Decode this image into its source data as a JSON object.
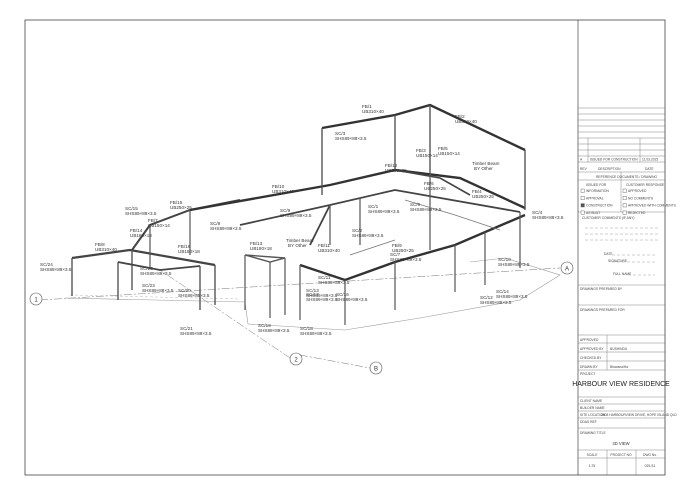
{
  "drawing": {
    "grids": [
      "1",
      "2",
      "A",
      "B"
    ],
    "members": [
      {
        "id": "fb1",
        "tag": "FB/1",
        "sect": "UB310×40"
      },
      {
        "id": "fb2",
        "tag": "FB/2",
        "sect": "UB310×40"
      },
      {
        "id": "sc1",
        "tag": "SC/3",
        "sect": "SHS89×89×3.5"
      },
      {
        "id": "fb3",
        "tag": "FB/3",
        "sect": "UB150×14"
      },
      {
        "id": "fb4",
        "tag": "FB/5",
        "sect": "UB150×14"
      },
      {
        "id": "fb5",
        "tag": "FB/10",
        "sect": "UB310×40"
      },
      {
        "id": "fb6",
        "tag": "FB/4",
        "sect": "UB250×25"
      },
      {
        "id": "fb7",
        "tag": "FB/6",
        "sect": "UB250×25"
      },
      {
        "id": "fb8",
        "tag": "FB/12",
        "sect": "UB250×25"
      },
      {
        "id": "sc2",
        "tag": "SC/15",
        "sect": "SHS89×89×3.5"
      },
      {
        "id": "sc3",
        "tag": "SC/8",
        "sect": "SHS89×89×3.5"
      },
      {
        "id": "sc4",
        "tag": "SC/9",
        "sect": "SHS89×89×3.5"
      },
      {
        "id": "sc5",
        "tag": "SC/1",
        "sect": "SHS89×89×3.5"
      },
      {
        "id": "sc6",
        "tag": "SC/6",
        "sect": "SHS89×89×3.5"
      },
      {
        "id": "sc7",
        "tag": "SC/4",
        "sect": "SHS89×89×3.5"
      },
      {
        "id": "fb9",
        "tag": "FB/15",
        "sect": "UB250×25"
      },
      {
        "id": "fb10",
        "tag": "FB/14",
        "sect": "UB180×18"
      },
      {
        "id": "fb11",
        "tag": "FB/16",
        "sect": "UB180×18"
      },
      {
        "id": "sc8",
        "tag": "SC/24",
        "sect": "SHS89×89×3.5"
      },
      {
        "id": "sc9",
        "tag": "SC/22",
        "sect": "SHS89×89×3.5"
      },
      {
        "id": "sc10",
        "tag": "SC/23",
        "sect": "SHS89×89×3.5"
      },
      {
        "id": "sc11",
        "tag": "SC/20",
        "sect": "SHS89×89×3.5"
      },
      {
        "id": "sc12",
        "tag": "SC/11",
        "sect": "SHS89×89×3.5"
      },
      {
        "id": "sc13",
        "tag": "SC/13",
        "sect": "SHS89×89×3.5"
      },
      {
        "id": "sc14",
        "tag": "SC/17",
        "sect": "SHS89×89×3.5"
      },
      {
        "id": "sc15",
        "tag": "SC/16",
        "sect": "SHS89×89×3.5"
      },
      {
        "id": "sc16",
        "tag": "SC/7",
        "sect": "SHS89×89×3.5"
      },
      {
        "id": "sc17",
        "tag": "SC/2",
        "sect": "SHS89×89×3.5"
      },
      {
        "id": "sc18",
        "tag": "SC/10",
        "sect": "SHS89×89×3.5"
      },
      {
        "id": "sc19",
        "tag": "SC/14",
        "sect": "SHS89×89×3.5"
      },
      {
        "id": "sc20",
        "tag": "SC/12",
        "sect": "SHS89×89×3.5"
      },
      {
        "id": "sc21",
        "tag": "SC/21",
        "sect": "SHS89×89×3.5"
      },
      {
        "id": "sc22",
        "tag": "SC/19",
        "sect": "SHS89×89×3.5"
      },
      {
        "id": "sc23",
        "tag": "SC/18",
        "sect": "SHS89×89×3.5"
      },
      {
        "id": "fb12",
        "tag": "FB/11",
        "sect": "UB310×40"
      },
      {
        "id": "fb13",
        "tag": "FB/9",
        "sect": "UB250×25"
      },
      {
        "id": "fb14",
        "tag": "FB/13",
        "sect": "UB180×18"
      },
      {
        "id": "fb15",
        "tag": "FB/8",
        "sect": "UB310×40"
      },
      {
        "id": "fb16",
        "tag": "FB/7",
        "sect": "UB150×14"
      }
    ],
    "notes": [
      {
        "id": "tb1",
        "line1": "Timber Beam",
        "line2": "BY Other"
      },
      {
        "id": "tb2",
        "line1": "Timber Beam",
        "line2": "BY Other"
      }
    ]
  },
  "title_block": {
    "rev_row": {
      "rev": "A",
      "desc": "ISSUED FOR CONSTRUCTION",
      "date": "11.03.2023"
    },
    "rev_head": {
      "rev": "REV",
      "desc": "DESCRIPTION",
      "date": "DATE"
    },
    "status_title": "REFERENCE DOCUMENTS / DRAWING",
    "issued_for": "ISSUED FOR",
    "customer_response": "CUSTOMER RESPONSE",
    "checks": [
      {
        "label": "INFORMATION",
        "checked": false
      },
      {
        "label": "APPROVAL",
        "checked": false
      },
      {
        "label": "CONSTRUCTION",
        "checked": true
      },
      {
        "label": "AS BUILT",
        "checked": false
      },
      {
        "label": "APPROVED",
        "checked": false
      },
      {
        "label": "NO COMMENTS",
        "checked": false
      },
      {
        "label": "APPROVED WITH COMMENTS",
        "checked": false
      },
      {
        "label": "REJECTED",
        "checked": false
      }
    ],
    "customer_comments": "CUSTOMER COMMENTS (IF ANY)",
    "date_label": "DATE",
    "signature_label": "SIGNATURE",
    "full_name_label": "FULL NAME",
    "prepared_by": "DRAWINGS PREPARED BY",
    "prepared_for": "DRAWINGS PREPARED FOR",
    "approved_label": "APPROVED",
    "approved_by_label": "APPROVED BY",
    "approved_by": "BUSHINDU",
    "checked_by_label": "CHECKED BY",
    "drawn_by_label": "DRAWN BY",
    "drawn_by": "Bhavana/Ha",
    "project_label": "PROJECT",
    "project": "HARBOUR VIEW RESIDENCE",
    "client_label": "CLIENT NAME",
    "builder_label": "BUILDER NAME",
    "site_label": "SITE LOCATION",
    "site": "2608 HARBOURVIEW DRIVE, HOPE ISLAND QLD",
    "ddc_label": "DDAS REF.",
    "drawing_title_label": "DRAWING TITLE",
    "drawing_title": "3D VIEW",
    "scale_label": "SCALE",
    "scale": "1:75",
    "project_no_label": "PROJECT NO",
    "dwg_no_label": "DWG No.",
    "dwg_no": "029-S1"
  }
}
